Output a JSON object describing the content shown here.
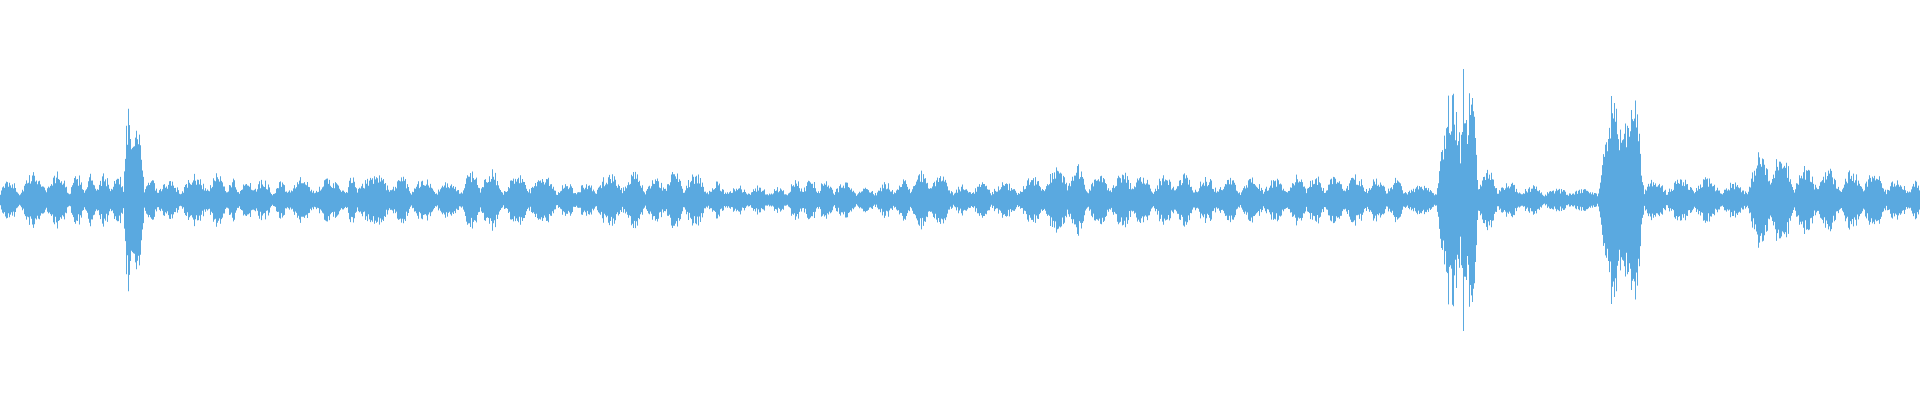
{
  "waveform": {
    "color": "#5aa9e0",
    "background": "#ffffff",
    "baseline_amplitude": 0.02,
    "segments": [
      {
        "t": 0.0,
        "a": 0.1
      },
      {
        "t": 0.01,
        "a": 0.06
      },
      {
        "t": 0.024,
        "a": 0.14
      },
      {
        "t": 0.036,
        "a": 0.08
      },
      {
        "t": 0.044,
        "a": 0.12
      },
      {
        "t": 0.05,
        "a": 0.1
      },
      {
        "t": 0.058,
        "a": 0.12
      },
      {
        "t": 0.064,
        "a": 0.14
      },
      {
        "t": 0.069,
        "a": 0.55
      },
      {
        "t": 0.075,
        "a": 0.1
      },
      {
        "t": 0.082,
        "a": 0.08
      },
      {
        "t": 0.094,
        "a": 0.08
      },
      {
        "t": 0.108,
        "a": 0.12
      },
      {
        "t": 0.118,
        "a": 0.1
      },
      {
        "t": 0.124,
        "a": 0.08
      },
      {
        "t": 0.132,
        "a": 0.1
      },
      {
        "t": 0.142,
        "a": 0.06
      },
      {
        "t": 0.15,
        "a": 0.08
      },
      {
        "t": 0.163,
        "a": 0.1
      },
      {
        "t": 0.18,
        "a": 0.06
      },
      {
        "t": 0.186,
        "a": 0.12
      },
      {
        "t": 0.204,
        "a": 0.12
      },
      {
        "t": 0.214,
        "a": 0.1
      },
      {
        "t": 0.227,
        "a": 0.08
      },
      {
        "t": 0.24,
        "a": 0.06
      },
      {
        "t": 0.25,
        "a": 0.16
      },
      {
        "t": 0.262,
        "a": 0.08
      },
      {
        "t": 0.276,
        "a": 0.12
      },
      {
        "t": 0.29,
        "a": 0.08
      },
      {
        "t": 0.3,
        "a": 0.06
      },
      {
        "t": 0.31,
        "a": 0.08
      },
      {
        "t": 0.324,
        "a": 0.14
      },
      {
        "t": 0.336,
        "a": 0.08
      },
      {
        "t": 0.346,
        "a": 0.12
      },
      {
        "t": 0.356,
        "a": 0.14
      },
      {
        "t": 0.368,
        "a": 0.08
      },
      {
        "t": 0.378,
        "a": 0.05
      },
      {
        "t": 0.39,
        "a": 0.06
      },
      {
        "t": 0.4,
        "a": 0.04
      },
      {
        "t": 0.41,
        "a": 0.05
      },
      {
        "t": 0.418,
        "a": 0.1
      },
      {
        "t": 0.426,
        "a": 0.1
      },
      {
        "t": 0.434,
        "a": 0.08
      },
      {
        "t": 0.446,
        "a": 0.04
      },
      {
        "t": 0.456,
        "a": 0.05
      },
      {
        "t": 0.466,
        "a": 0.08
      },
      {
        "t": 0.474,
        "a": 0.1
      },
      {
        "t": 0.484,
        "a": 0.14
      },
      {
        "t": 0.496,
        "a": 0.06
      },
      {
        "t": 0.506,
        "a": 0.06
      },
      {
        "t": 0.516,
        "a": 0.08
      },
      {
        "t": 0.53,
        "a": 0.06
      },
      {
        "t": 0.544,
        "a": 0.12
      },
      {
        "t": 0.556,
        "a": 0.18
      },
      {
        "t": 0.566,
        "a": 0.1
      },
      {
        "t": 0.578,
        "a": 0.12
      },
      {
        "t": 0.59,
        "a": 0.14
      },
      {
        "t": 0.6,
        "a": 0.08
      },
      {
        "t": 0.612,
        "a": 0.12
      },
      {
        "t": 0.622,
        "a": 0.1
      },
      {
        "t": 0.634,
        "a": 0.1
      },
      {
        "t": 0.646,
        "a": 0.08
      },
      {
        "t": 0.658,
        "a": 0.1
      },
      {
        "t": 0.67,
        "a": 0.08
      },
      {
        "t": 0.68,
        "a": 0.12
      },
      {
        "t": 0.69,
        "a": 0.1
      },
      {
        "t": 0.7,
        "a": 0.12
      },
      {
        "t": 0.712,
        "a": 0.1
      },
      {
        "t": 0.722,
        "a": 0.1
      },
      {
        "t": 0.732,
        "a": 0.06
      },
      {
        "t": 0.748,
        "a": 0.04
      },
      {
        "t": 0.762,
        "a": 0.7
      },
      {
        "t": 0.77,
        "a": 0.16
      },
      {
        "t": 0.78,
        "a": 0.08
      },
      {
        "t": 0.792,
        "a": 0.06
      },
      {
        "t": 0.804,
        "a": 0.04
      },
      {
        "t": 0.818,
        "a": 0.04
      },
      {
        "t": 0.832,
        "a": 0.04
      },
      {
        "t": 0.847,
        "a": 0.65
      },
      {
        "t": 0.856,
        "a": 0.1
      },
      {
        "t": 0.868,
        "a": 0.08
      },
      {
        "t": 0.882,
        "a": 0.1
      },
      {
        "t": 0.896,
        "a": 0.08
      },
      {
        "t": 0.91,
        "a": 0.06
      },
      {
        "t": 0.922,
        "a": 0.28
      },
      {
        "t": 0.934,
        "a": 0.14
      },
      {
        "t": 0.946,
        "a": 0.16
      },
      {
        "t": 0.958,
        "a": 0.12
      },
      {
        "t": 0.97,
        "a": 0.14
      },
      {
        "t": 0.982,
        "a": 0.1
      },
      {
        "t": 0.994,
        "a": 0.08
      },
      {
        "t": 1.0,
        "a": 0.1
      }
    ]
  }
}
